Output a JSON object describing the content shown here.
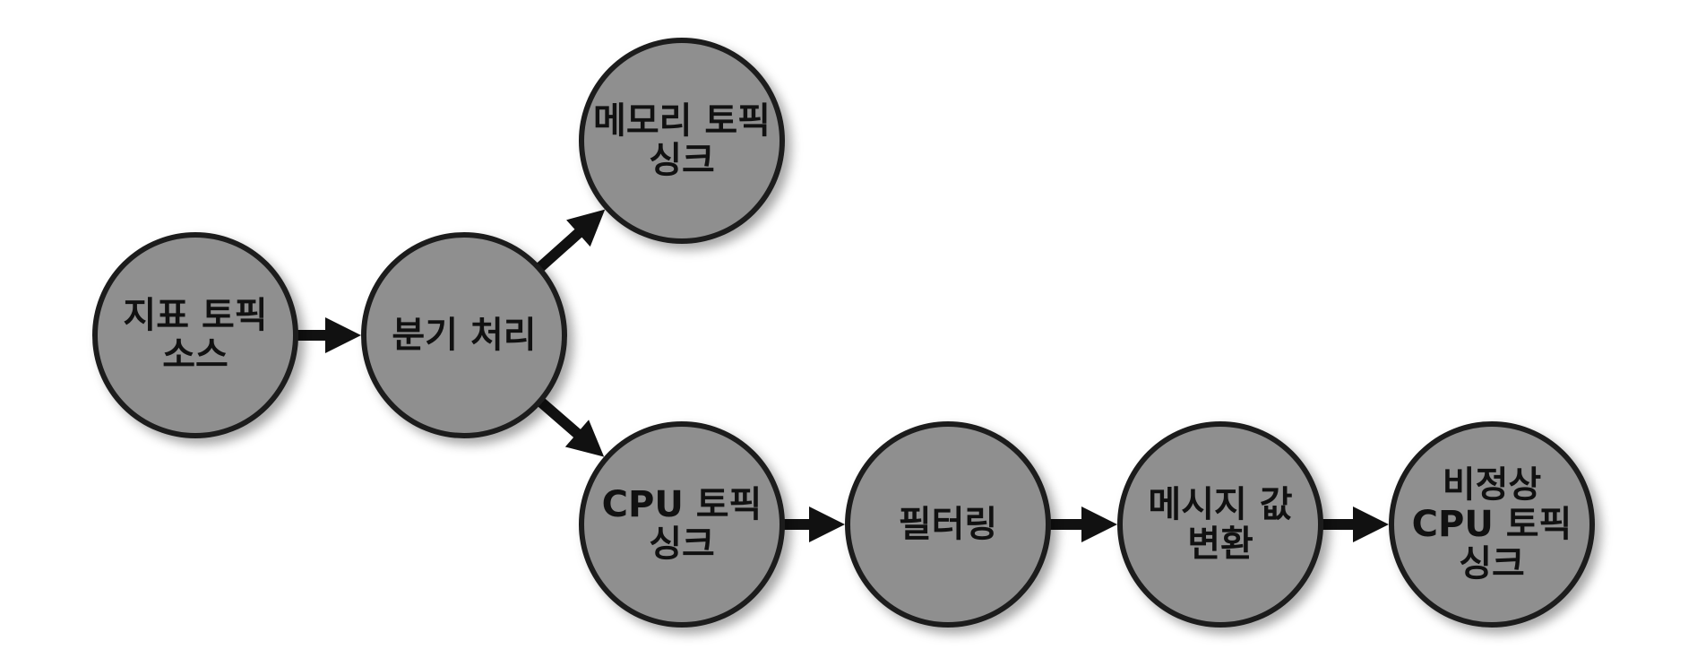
{
  "colors": {
    "node_fill": "#8f8f8f",
    "node_stroke": "#1e1e1e",
    "arrow": "#111111",
    "label": "#111111"
  },
  "nodes": [
    {
      "id": "metrics-topic-source",
      "lines": [
        "지표 토픽",
        "소스"
      ]
    },
    {
      "id": "branch-processing",
      "lines": [
        "분기 처리"
      ]
    },
    {
      "id": "memory-topic-sink",
      "lines": [
        "메모리 토픽",
        "싱크"
      ]
    },
    {
      "id": "cpu-topic-sink",
      "lines": [
        "CPU 토픽",
        "싱크"
      ]
    },
    {
      "id": "filtering",
      "lines": [
        "필터링"
      ]
    },
    {
      "id": "message-value-transform",
      "lines": [
        "메시지 값",
        "변환"
      ]
    },
    {
      "id": "abnormal-cpu-topic-sink",
      "lines": [
        "비정상",
        "CPU 토픽",
        "싱크"
      ]
    }
  ],
  "edges": [
    {
      "from": "metrics-topic-source",
      "to": "branch-processing"
    },
    {
      "from": "branch-processing",
      "to": "memory-topic-sink"
    },
    {
      "from": "branch-processing",
      "to": "cpu-topic-sink"
    },
    {
      "from": "cpu-topic-sink",
      "to": "filtering"
    },
    {
      "from": "filtering",
      "to": "message-value-transform"
    },
    {
      "from": "message-value-transform",
      "to": "abnormal-cpu-topic-sink"
    }
  ]
}
